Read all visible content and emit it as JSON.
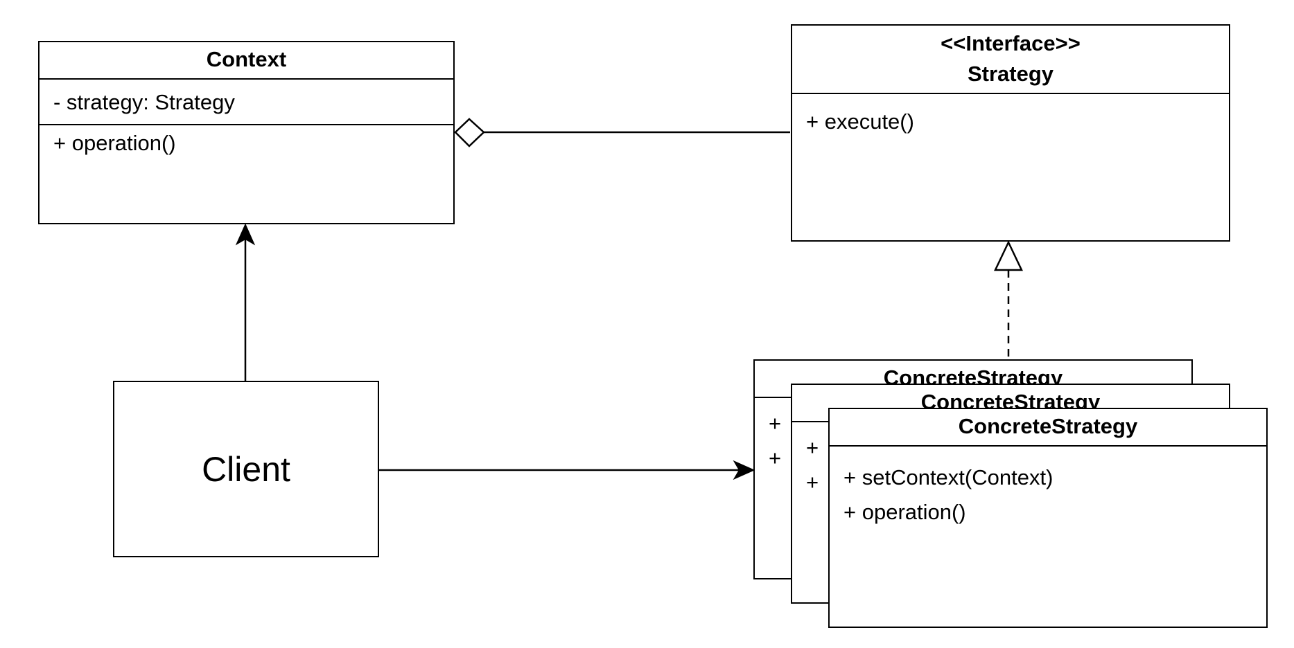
{
  "context": {
    "name": "Context",
    "attributes": [
      "- strategy: Strategy"
    ],
    "operations": [
      "+ operation()"
    ]
  },
  "strategy": {
    "stereotype": "<<Interface>>",
    "name": "Strategy",
    "operations": [
      "+ execute()"
    ]
  },
  "concrete_strategies": [
    {
      "name": "ConcreteStrategy",
      "operations": [
        "+",
        "+"
      ]
    },
    {
      "name": "ConcreteStrategy",
      "operations": [
        "+",
        "+"
      ]
    },
    {
      "name": "ConcreteStrategy",
      "operations": [
        "+ setContext(Context)",
        "+ operation()"
      ]
    }
  ],
  "client": {
    "label": "Client"
  },
  "colors": {
    "line": "#000000",
    "background": "#ffffff"
  }
}
